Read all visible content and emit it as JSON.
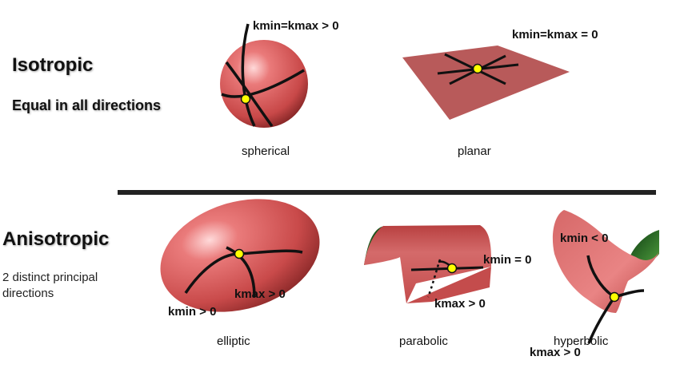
{
  "isotropic": {
    "title": "Isotropic",
    "subtitle": "Equal in all directions",
    "spherical": {
      "caption": "spherical",
      "k_label": "kmin=kmax > 0"
    },
    "planar": {
      "caption": "planar",
      "k_label": "kmin=kmax = 0"
    }
  },
  "anisotropic": {
    "title": "Anisotropic",
    "subtitle": "2 distinct principal directions",
    "elliptic": {
      "caption": "elliptic",
      "kmin_label": "kmin > 0",
      "kmax_label": "kmax > 0"
    },
    "parabolic": {
      "caption": "parabolic",
      "kmin_label": "kmin = 0",
      "kmax_label": "kmax > 0"
    },
    "hyperbolic": {
      "caption": "hyperbolic",
      "kmin_label": "kmin < 0",
      "kmax_label": "kmax > 0"
    }
  },
  "colors": {
    "surface": "#d05a5a",
    "surface_dark": "#8e2a2a",
    "inner": "#2e7d32",
    "point": "#ffff00",
    "curve": "#111111"
  }
}
